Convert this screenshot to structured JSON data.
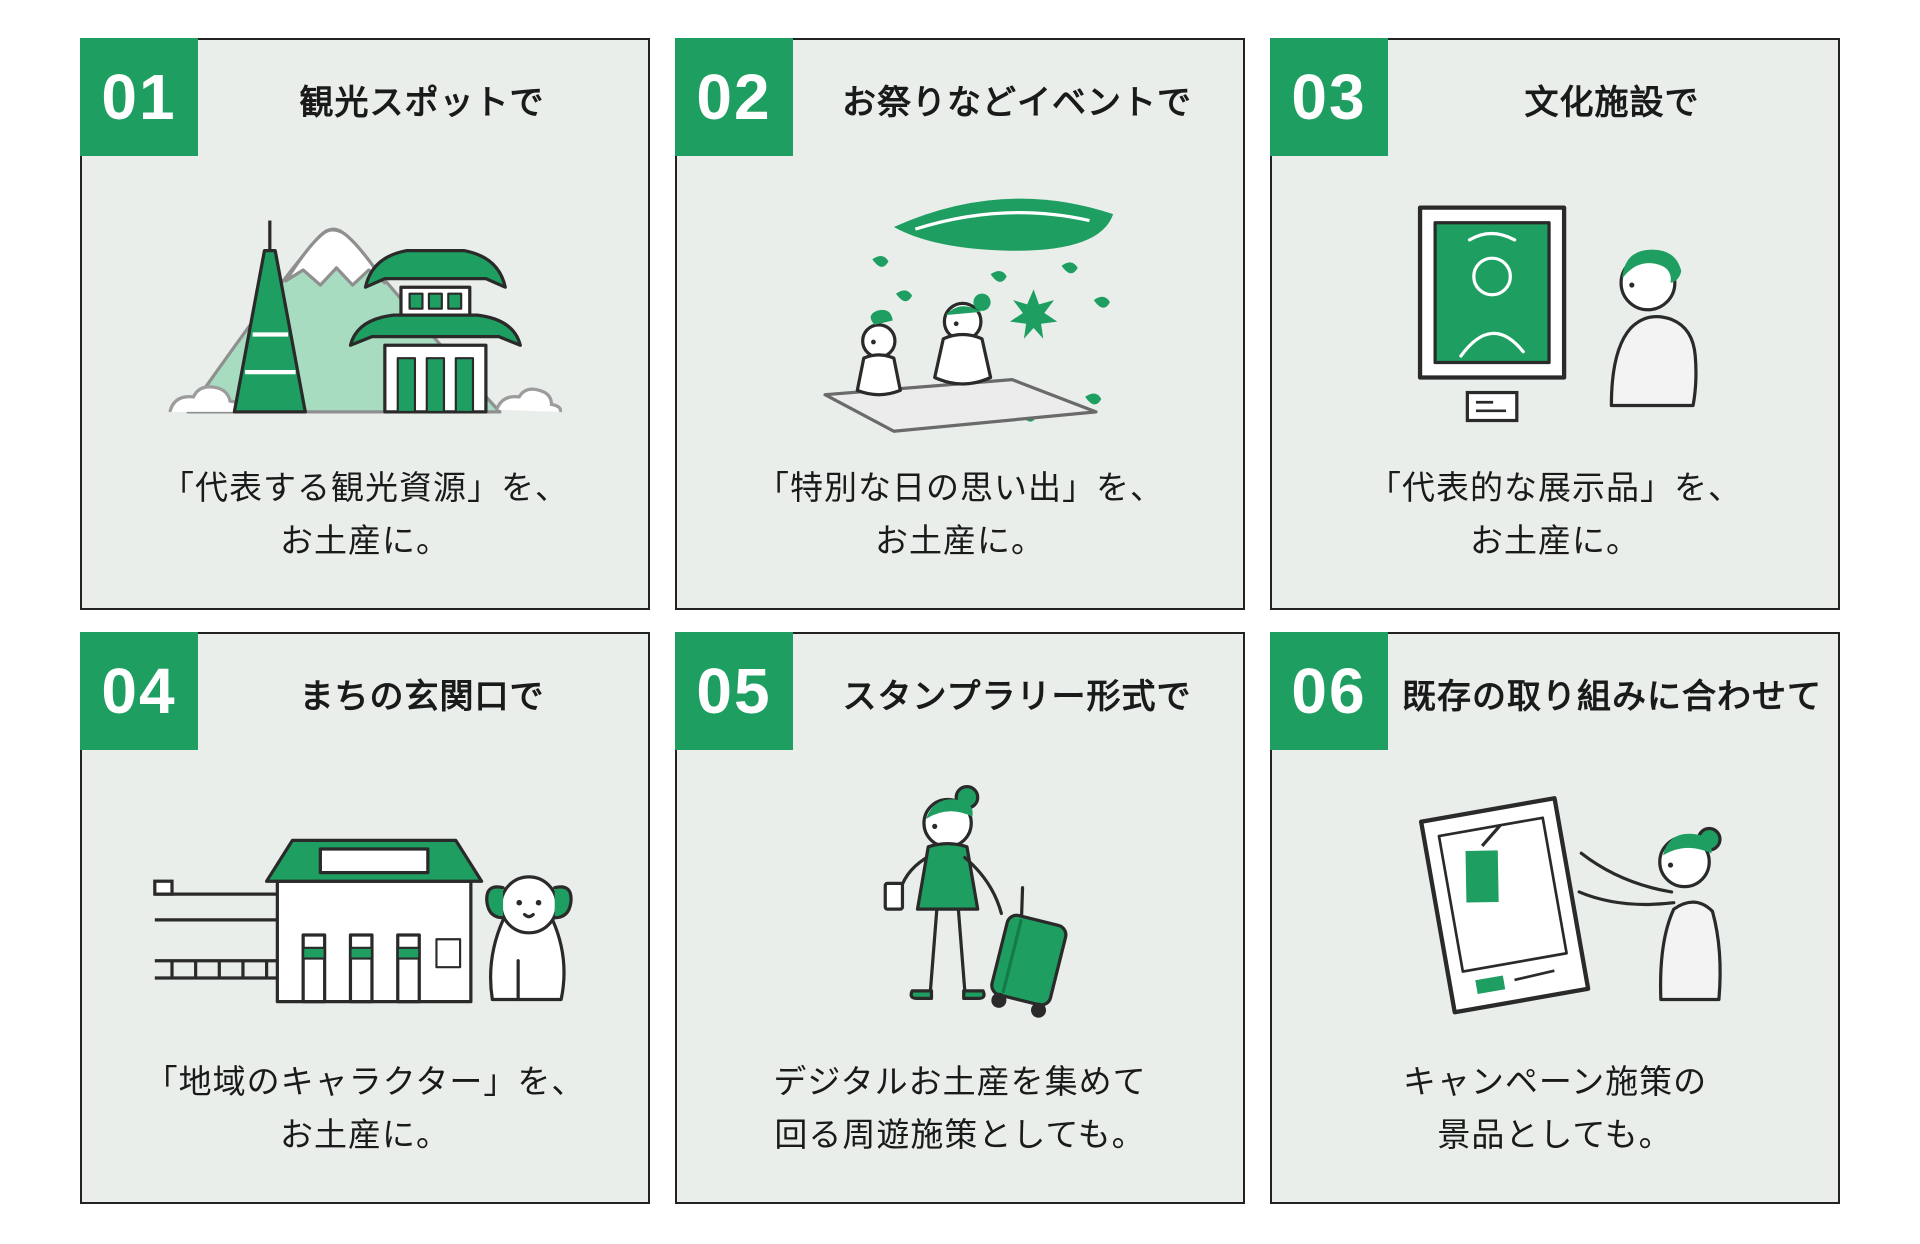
{
  "colors": {
    "accent_green": "#1e9e60",
    "light_green": "#a7dcc1",
    "card_background": "#e9eeeb",
    "border": "#222222",
    "text": "#1a1a1a",
    "badge_text": "#ffffff"
  },
  "cards": [
    {
      "number": "01",
      "title": "観光スポットで",
      "icon": "sightseeing-spot-illustration",
      "caption_lines": [
        "「代表する観光資源」を、",
        "お土産に。"
      ]
    },
    {
      "number": "02",
      "title": "お祭りなどイベントで",
      "icon": "festival-event-illustration",
      "caption_lines": [
        "「特別な日の思い出」を、",
        "お土産に。"
      ]
    },
    {
      "number": "03",
      "title": "文化施設で",
      "icon": "cultural-facility-illustration",
      "caption_lines": [
        "「代表的な展示品」を、",
        "お土産に。"
      ]
    },
    {
      "number": "04",
      "title": "まちの玄関口で",
      "icon": "town-gateway-illustration",
      "caption_lines": [
        "「地域のキャラクター」を、",
        "お土産に。"
      ]
    },
    {
      "number": "05",
      "title": "スタンプラリー形式で",
      "icon": "stamp-rally-illustration",
      "caption_lines": [
        "デジタルお土産を集めて",
        "回る周遊施策としても。"
      ]
    },
    {
      "number": "06",
      "title": "既存の取り組みに合わせて",
      "icon": "campaign-illustration",
      "caption_lines": [
        "キャンペーン施策の",
        "景品としても。"
      ]
    }
  ]
}
